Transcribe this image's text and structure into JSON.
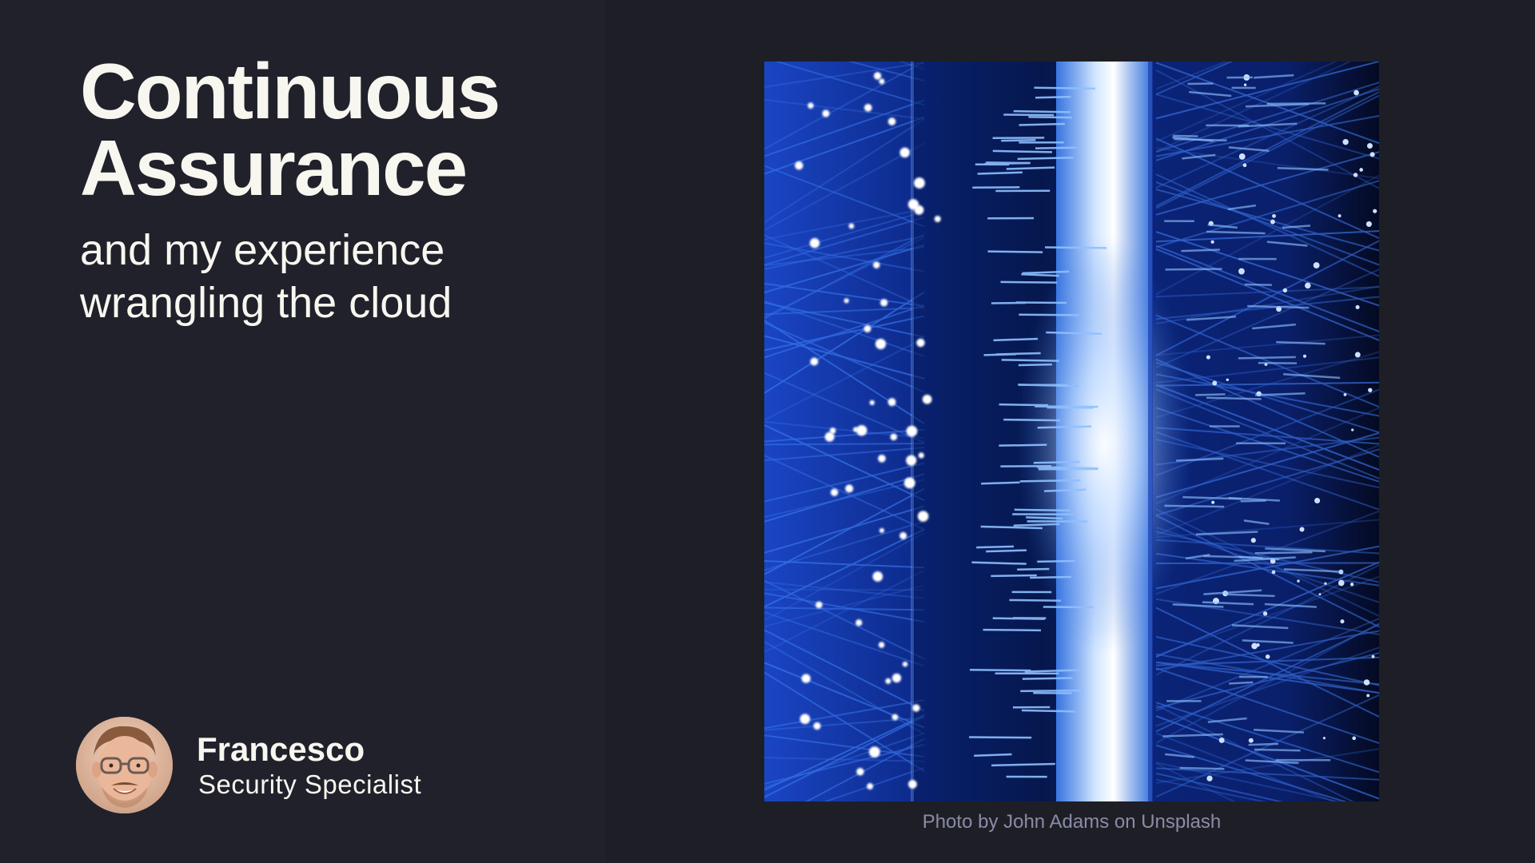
{
  "slide": {
    "title_line1": "Continuous",
    "title_line2": "Assurance",
    "subtitle_line1": "and my experience",
    "subtitle_line2": "wrangling the cloud",
    "author": {
      "name": "Francesco",
      "role": "Security Specialist"
    },
    "photo_credit": "Photo by John Adams on Unsplash"
  },
  "colors": {
    "background": "#1e1f26",
    "left_panel": "#20212a",
    "text": "#f7f6ef",
    "credit": "#8a8ca6",
    "photo_blue": "#1d4fd6"
  },
  "icons": {
    "avatar": "person-portrait",
    "photo": "fiber-optic-image"
  }
}
